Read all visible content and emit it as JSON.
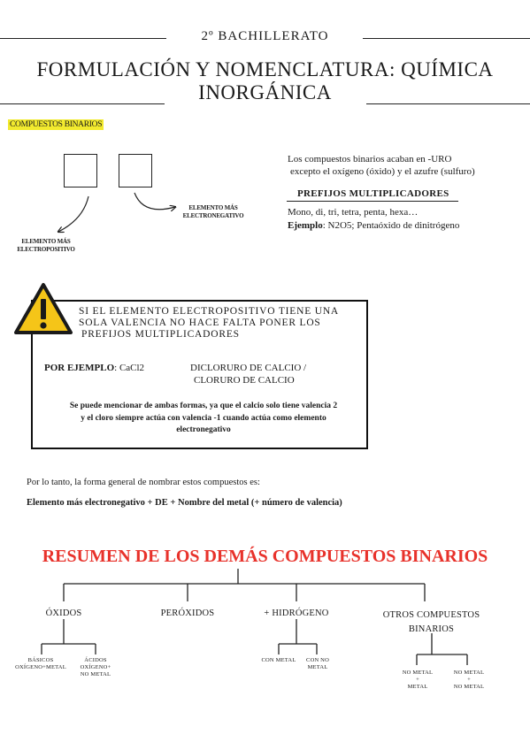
{
  "header": {
    "grade": "2º BACHILLERATO",
    "title": "FORMULACIÓN Y NOMENCLATURA: QUÍMICA INORGÁNICA"
  },
  "binary": {
    "section_label": "COMPUESTOS BINARIOS",
    "right_label": "ELEMENTO MÁS\nELECTRONEGATIVO",
    "left_label": "ELEMENTO MÁS\nELECTROPOSITIVO",
    "ending_line1": "Los compuestos binarios acaban en -URO",
    "ending_line2": "excepto el oxígeno (óxido) y el azufre (sulfuro)",
    "prefix_heading": "PREFIJOS MULTIPLICADORES",
    "prefix_list": "Mono, di, tri, tetra, penta, hexa…",
    "example_label": "Ejemplo",
    "example_text": ": N2O5; Pentaóxido de dinitrógeno"
  },
  "warning": {
    "icon": "warning-triangle-icon",
    "text_l1": "SI EL ELEMENTO ELECTROPOSITIVO TIENE UNA",
    "text_l2": "SOLA VALENCIA NO HACE FALTA PONER LOS",
    "text_l3": "PREFIJOS MULTIPLICADORES",
    "example_label": "POR EJEMPLO",
    "example_formula": ": CaCl2",
    "example_name_l1": "DICLORURO DE CALCIO /",
    "example_name_l2": "CLORURO DE CALCIO",
    "note_l1": "Se puede mencionar de ambas formas, ya que el calcio solo tiene valencia 2",
    "note_l2": "y el cloro siempre actúa con valencia -1 cuando actúa como elemento",
    "note_l3": "electronegativo"
  },
  "general": {
    "intro": "Por lo tanto, la forma general de nombrar estos compuestos es:",
    "rule": "Elemento más electronegativo + DE + Nombre del metal (+ número de valencia)"
  },
  "summary": {
    "title": "RESUMEN DE LOS DEMÁS COMPUESTOS BINARIOS",
    "oxidos": "ÓXIDOS",
    "peroxidos": "PERÓXIDOS",
    "hidrogeno": "+ HIDRÓGENO",
    "otros_l1": "OTROS COMPUESTOS",
    "otros_l2": "BINARIOS",
    "oxidos_a": "BÁSICOS\nOXÍGENO+METAL",
    "oxidos_b": "ÁCIDOS\nOXÍGENO+\nNO METAL",
    "hidro_a": "CON METAL",
    "hidro_b": "CON NO\nMETAL",
    "otros_a": "NO METAL\n+\nMETAL",
    "otros_b": "NO METAL\n+\nNO METAL"
  },
  "colors": {
    "highlight": "#f2ea2e",
    "summary_title": "#e8322b",
    "warning_yellow": "#f5c518"
  }
}
